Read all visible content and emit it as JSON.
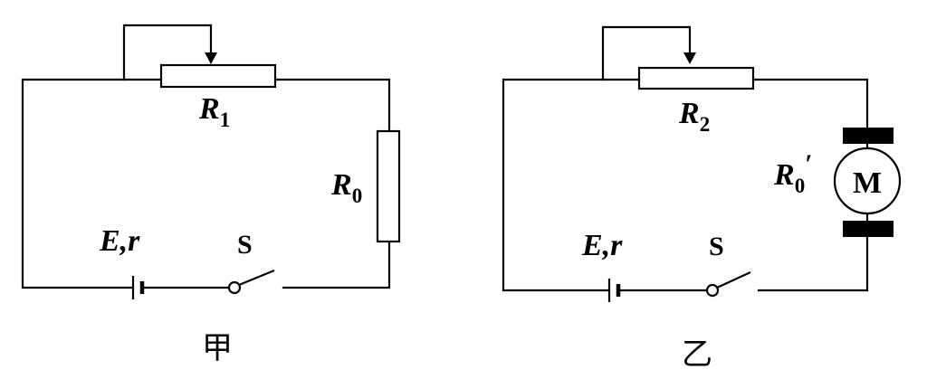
{
  "circuit_jia": {
    "rheostat": {
      "symbol": "R",
      "subscript": "1"
    },
    "resistor": {
      "symbol": "R",
      "subscript": "0"
    },
    "source": {
      "label": "E,r"
    },
    "switch": {
      "label": "S"
    },
    "caption": "甲"
  },
  "circuit_yi": {
    "rheostat": {
      "symbol": "R",
      "subscript": "2"
    },
    "motor": {
      "symbol": "R",
      "subscript": "0",
      "prime": "′",
      "letter": "M"
    },
    "source": {
      "label": "E,r"
    },
    "switch": {
      "label": "S"
    },
    "caption": "乙"
  }
}
